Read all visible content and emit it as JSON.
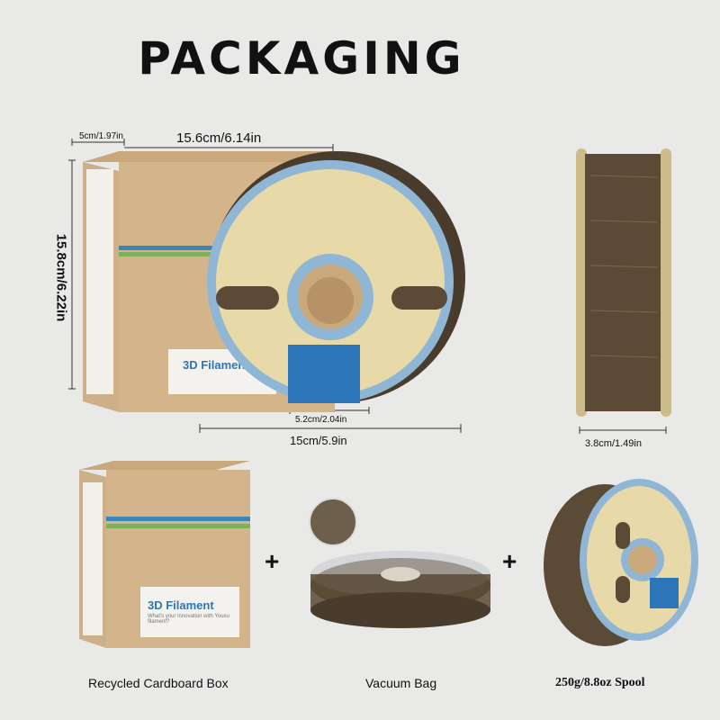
{
  "title": "PACKAGING",
  "dimensions": {
    "box_depth": "5cm/1.97in",
    "box_width": "15.6cm/6.14in",
    "box_height": "15.8cm/6.22in",
    "spool_hole": "5.2cm/2.04in",
    "spool_diameter": "15cm/5.9in",
    "spool_width": "3.8cm/1.49in"
  },
  "box": {
    "label": "3D Filament",
    "tagline": "What's your innovation with Youxu filament?"
  },
  "items": [
    {
      "caption": "Recycled Cardboard Box"
    },
    {
      "caption": "Vacuum Bag"
    },
    {
      "caption": "250g/8.8oz Spool"
    }
  ],
  "plus_sign": "+",
  "colors": {
    "background": "#e9e9e7",
    "cardboard": "#d4b48a",
    "spool_face": "#e8d9a8",
    "spool_rim": "#8fb6d4",
    "filament": "#5a4a36",
    "label_blue": "#2d77b8"
  }
}
